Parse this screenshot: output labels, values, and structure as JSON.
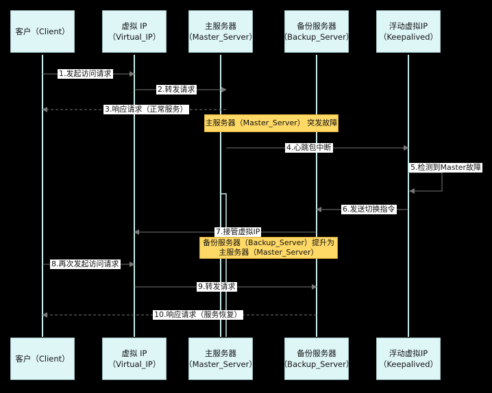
{
  "actors": [
    {
      "line1": "客户（Client）",
      "line2": ""
    },
    {
      "line1": "虚拟 IP",
      "line2": "（Virtual_IP）"
    },
    {
      "line1": "主服务器",
      "line2": "（Master_Server）"
    },
    {
      "line1": "备份服务器",
      "line2": "（Backup_Server）"
    },
    {
      "line1": "浮动虚拟IP",
      "line2": "（Keepalived）"
    }
  ],
  "messages": [
    {
      "label": "1.发起访问请求",
      "style": "solid"
    },
    {
      "label": "2.转发请求",
      "style": "solid"
    },
    {
      "label": "3.响应请求（正常服务）",
      "style": "dashed"
    },
    {
      "label": "4.心跳包中断",
      "style": "solid"
    },
    {
      "label": "5.检测到Master故障",
      "style": "solid"
    },
    {
      "label": "6.发送切换指令",
      "style": "solid"
    },
    {
      "label": "7.接管虚拟IP",
      "style": "solid"
    },
    {
      "label": "8.再次发起访问请求",
      "style": "solid"
    },
    {
      "label": "9.转发请求",
      "style": "solid"
    },
    {
      "label": "10.响应请求（服务恢复）",
      "style": "dashed"
    }
  ],
  "notes": [
    {
      "line1": "主服务器（Master_Server） 突发故障",
      "line2": ""
    },
    {
      "line1": "备份服务器（Backup_Server）提升为",
      "line2": "主服务器（Master_Server）"
    }
  ],
  "colors": {
    "background": "#000000",
    "actor_fill": "#dff6f7",
    "note_fill": "#ffd966",
    "arrow": "#666666",
    "lifeline": "#c9eef0"
  }
}
